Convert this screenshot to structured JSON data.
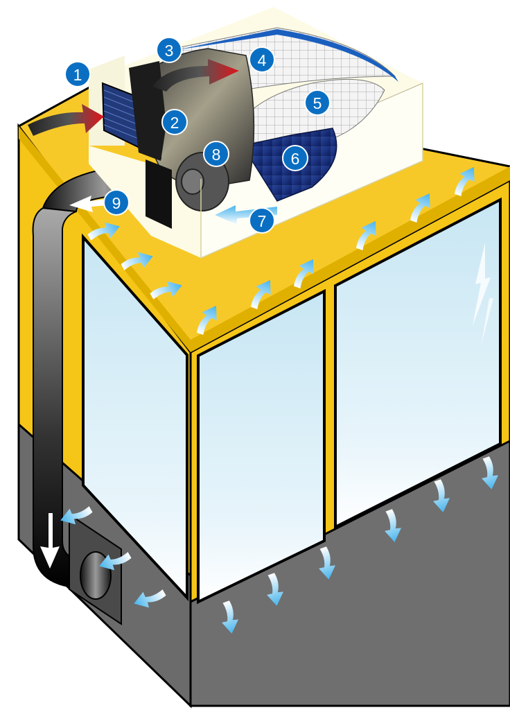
{
  "colors": {
    "cabin_yellow": "#f5c518",
    "cabin_yellow_dark": "#d9a900",
    "cabin_gray": "#6f6f6f",
    "cabin_gray_dark": "#555555",
    "outline": "#000000",
    "glass_top": "#cfe9f4",
    "glass_bottom": "#ffffff",
    "unit_housing": "#fdfbe8",
    "badge_blue": "#0a6fc2",
    "hot_air": "#e0141a",
    "cool_air": "#46b4ec",
    "filter_blue": "#1e3a8a"
  },
  "icons": {
    "hot_air_arrow": "red-arrow-icon",
    "cool_air_arrow": "blue-arrow-icon",
    "dark_air_arrow": "dark-arrow-icon"
  },
  "labels": [
    {
      "id": "1",
      "text": "1"
    },
    {
      "id": "2",
      "text": "2"
    },
    {
      "id": "3",
      "text": "3"
    },
    {
      "id": "4",
      "text": "4"
    },
    {
      "id": "5",
      "text": "5"
    },
    {
      "id": "6",
      "text": "6"
    },
    {
      "id": "7",
      "text": "7"
    },
    {
      "id": "8",
      "text": "8"
    },
    {
      "id": "9",
      "text": "9"
    }
  ]
}
